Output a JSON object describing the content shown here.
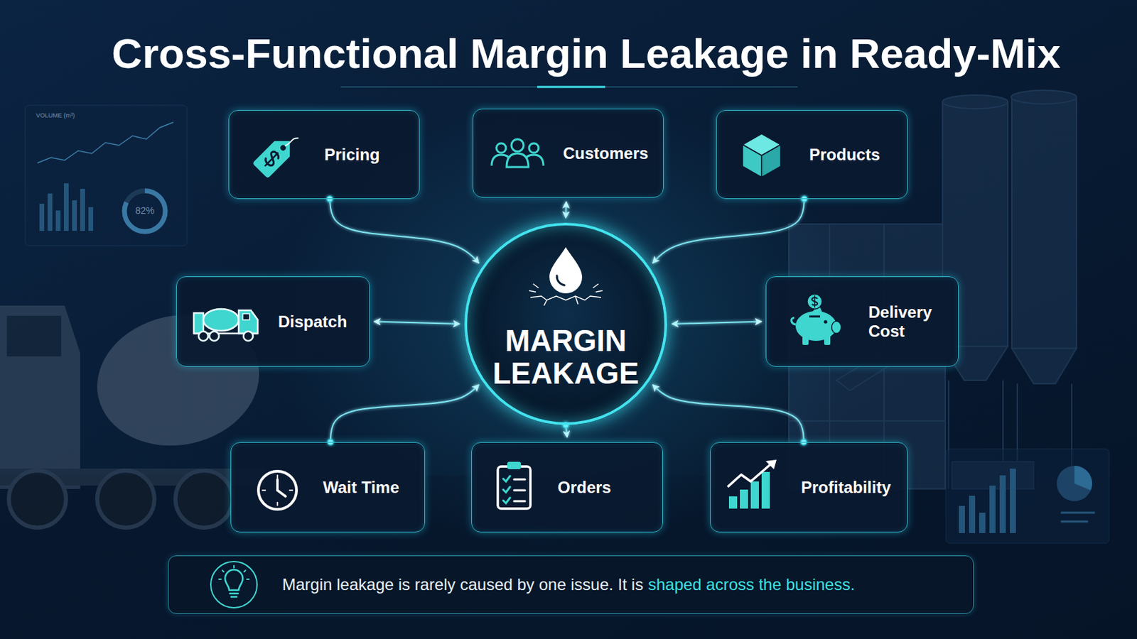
{
  "diagram": {
    "title": "Cross-Functional Margin Leakage in Ready-Mix",
    "nodes": [
      {
        "text": [
          "Pricing"
        ]
      },
      {
        "text": [
          "Customers"
        ]
      },
      {
        "text": [
          "Products"
        ]
      },
      {
        "text": [
          "Dispatch"
        ]
      },
      {
        "text": [
          "MARGIN LEAKAGE"
        ]
      },
      {
        "text": [
          "Delivery Cost"
        ]
      },
      {
        "text": [
          "Wait Time"
        ]
      },
      {
        "text": [
          "Orders"
        ]
      },
      {
        "text": [
          "Profitability"
        ]
      },
      {
        "text": [
          "Margin leakage is rarely caused by one issue. It is",
          "shaped across the business."
        ]
      }
    ],
    "edges": [
      {
        "from": 0,
        "to": 4,
        "arrow": "to"
      },
      {
        "from": 1,
        "to": 4,
        "arrow": "both"
      },
      {
        "from": 2,
        "to": 4,
        "arrow": "to"
      },
      {
        "from": 3,
        "to": 4,
        "arrow": "both"
      },
      {
        "from": 5,
        "to": 4,
        "arrow": "both"
      },
      {
        "from": 6,
        "to": 4,
        "arrow": "to"
      },
      {
        "from": 4,
        "to": 7,
        "arrow": "to"
      },
      {
        "from": 8,
        "to": 4,
        "arrow": "to"
      }
    ],
    "labels": [
      "VOLUME (m³)",
      "82%"
    ]
  }
}
